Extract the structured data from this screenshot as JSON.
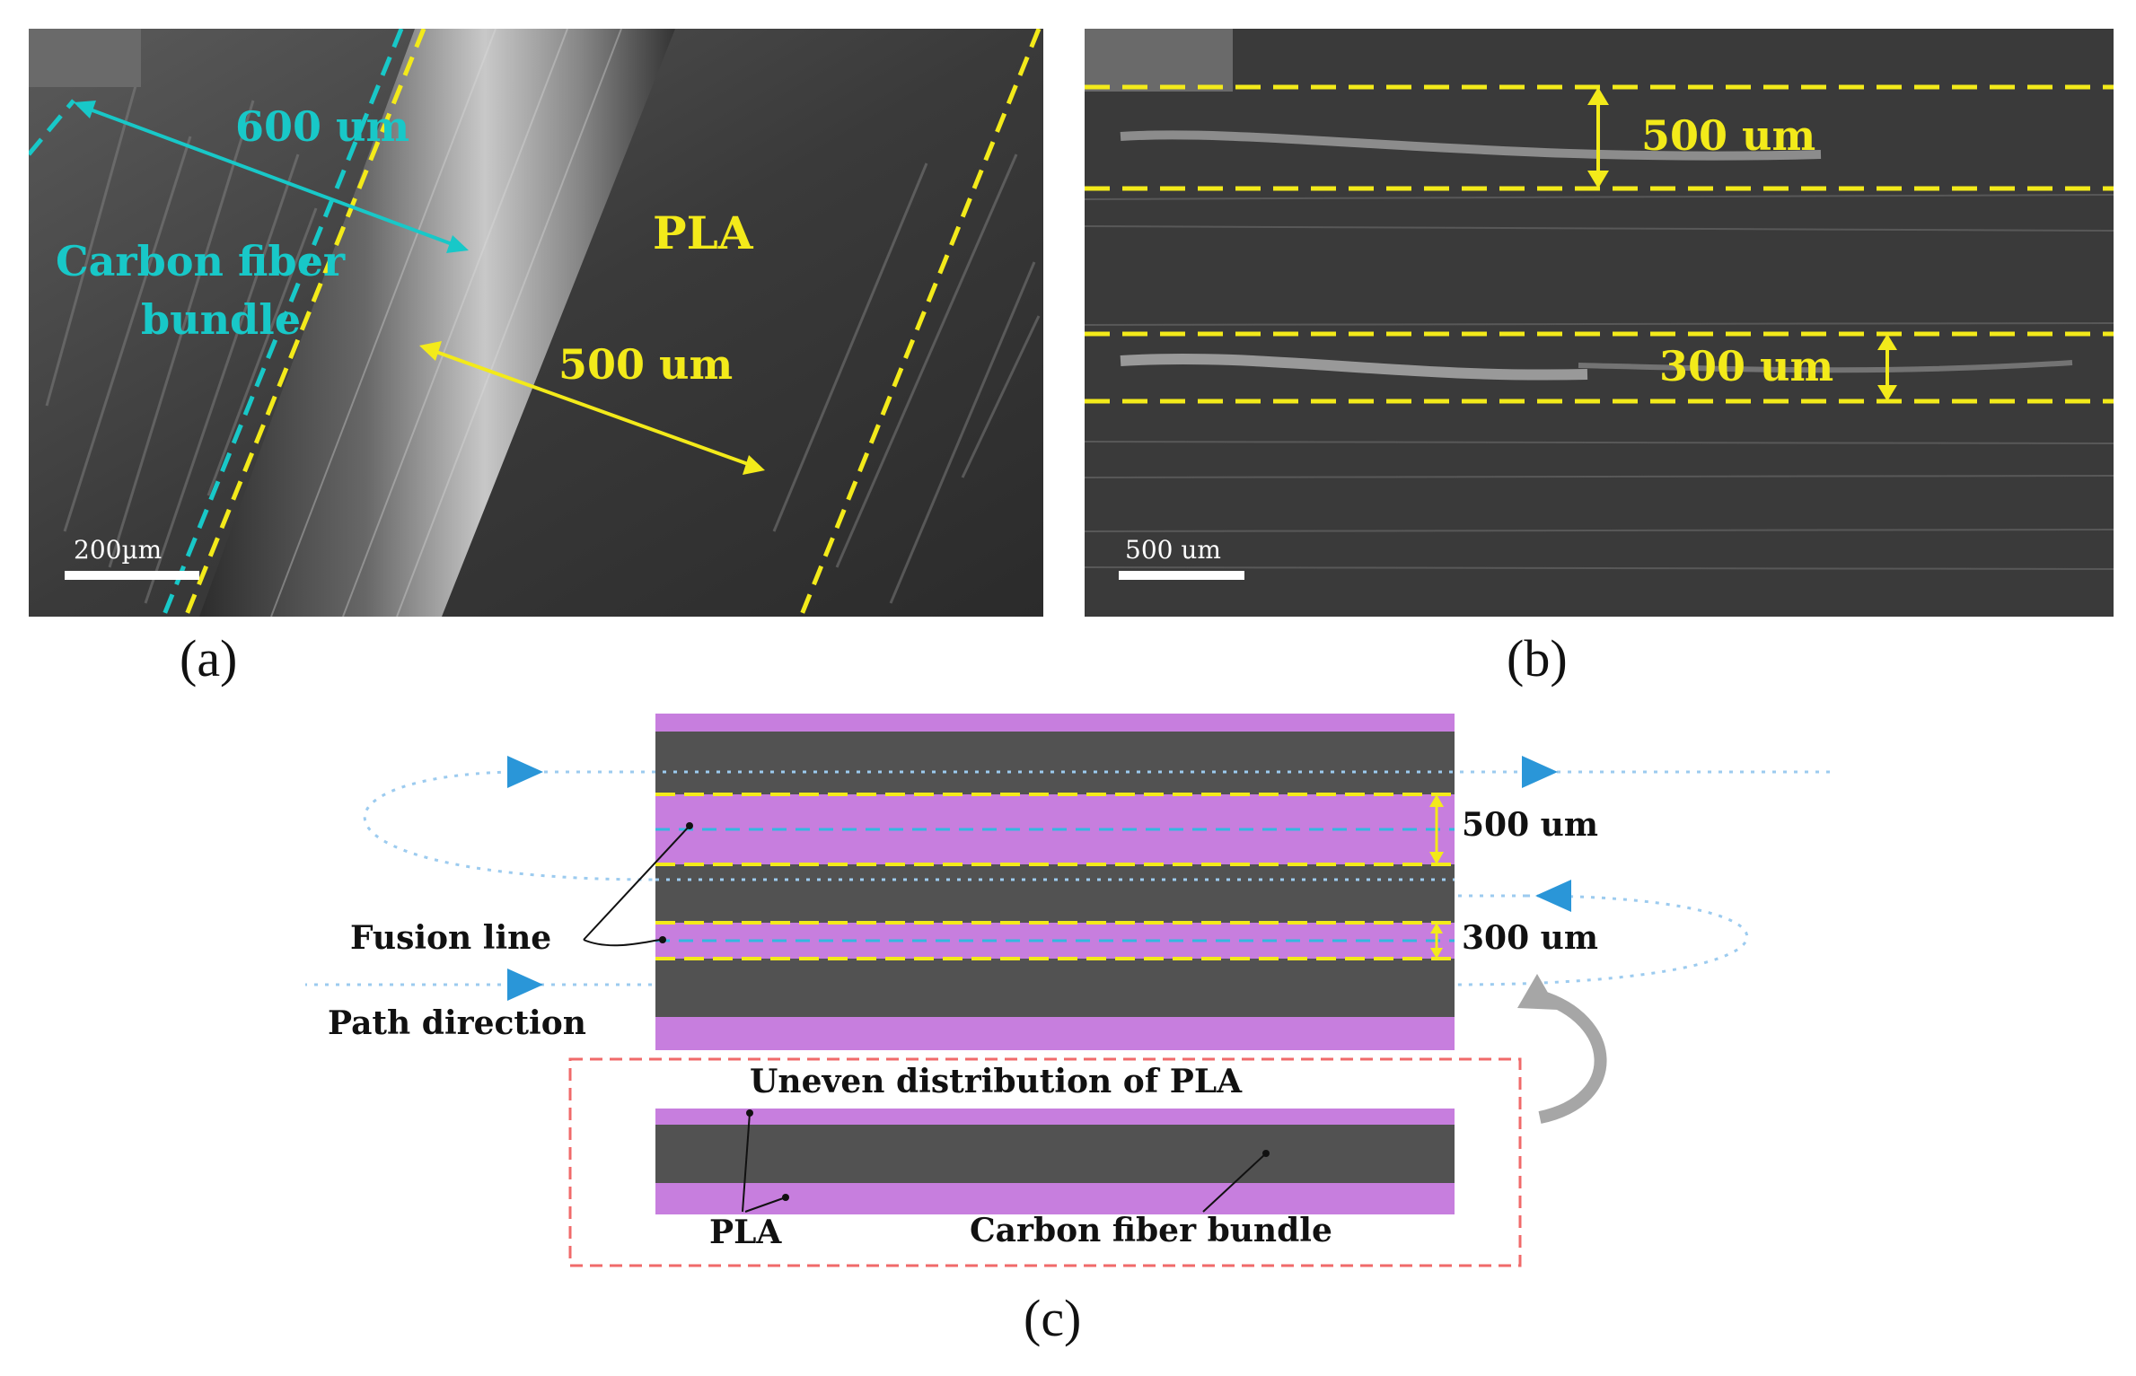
{
  "panel_a": {
    "label": "(a)",
    "dim_600": "600 um",
    "carbon_line1": "Carbon fiber",
    "carbon_line2": "bundle",
    "pla": "PLA",
    "dim_500": "500 um",
    "scale_bar": "200µm"
  },
  "panel_b": {
    "label": "(b)",
    "dim_500": "500 um",
    "dim_300": "300 um",
    "scale_bar": "500 um"
  },
  "panel_c": {
    "label": "(c)",
    "dim_500": "500 um",
    "dim_300": "300 um",
    "fusion_line": "Fusion line",
    "path_direction": "Path direction",
    "uneven": "Uneven distribution of PLA",
    "pla": "PLA",
    "carbon": "Carbon fiber bundle"
  },
  "colors": {
    "pla": "#c77ede",
    "carbon": "#525252",
    "yellow_dash": "#f3ea1a",
    "cyan": "#18c8c8",
    "blue_arrow": "#2a96d8",
    "red_dash": "#f06a6a"
  }
}
